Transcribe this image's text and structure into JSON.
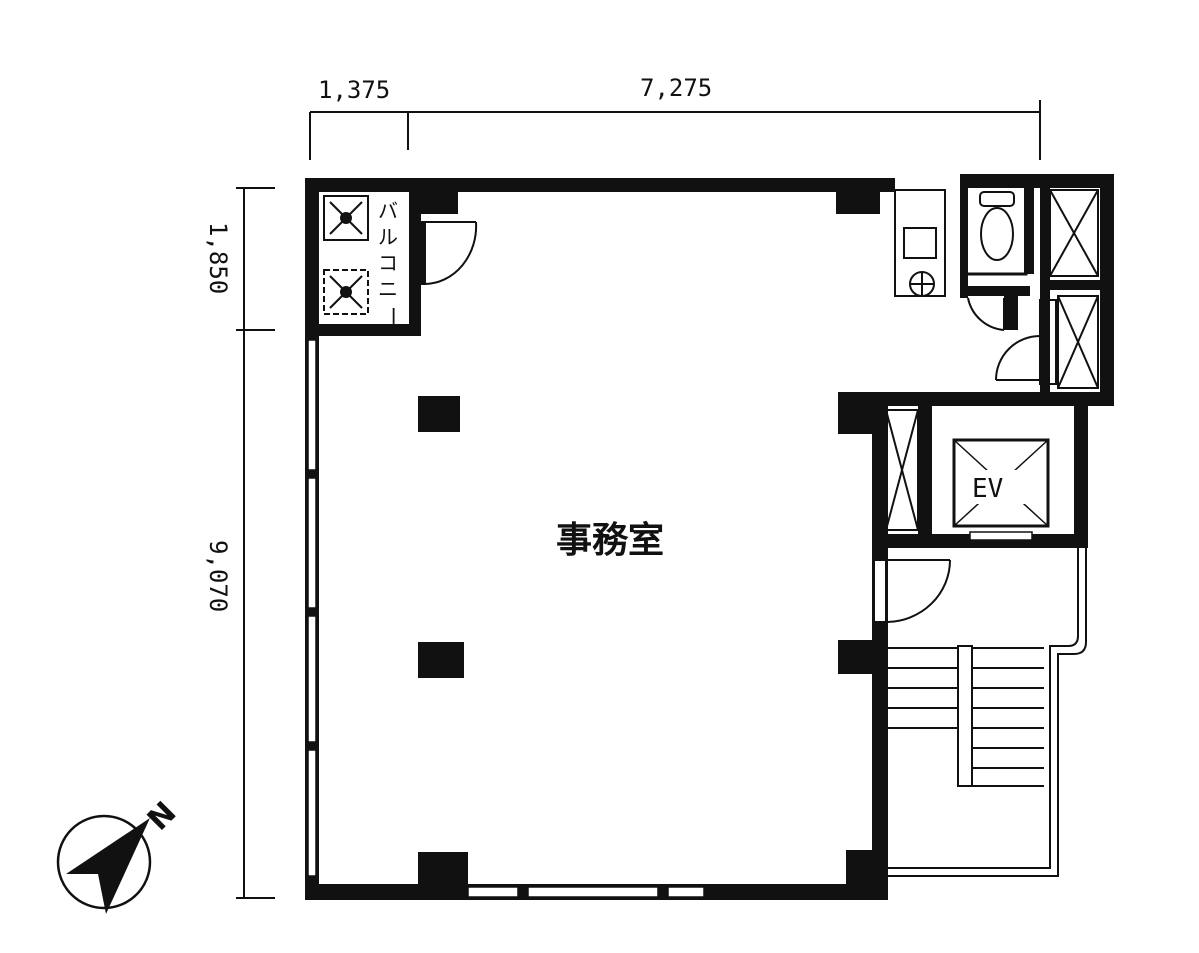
{
  "dimensions": {
    "balcony_width": "1,375",
    "office_width": "7,275",
    "balcony_depth": "1,850",
    "office_depth": "9,070"
  },
  "rooms": {
    "office": "事務室",
    "balcony_chars": [
      "バ",
      "ル",
      "コ",
      "ニ",
      "ー"
    ],
    "elevator": "EV"
  },
  "compass": {
    "north": "N"
  }
}
